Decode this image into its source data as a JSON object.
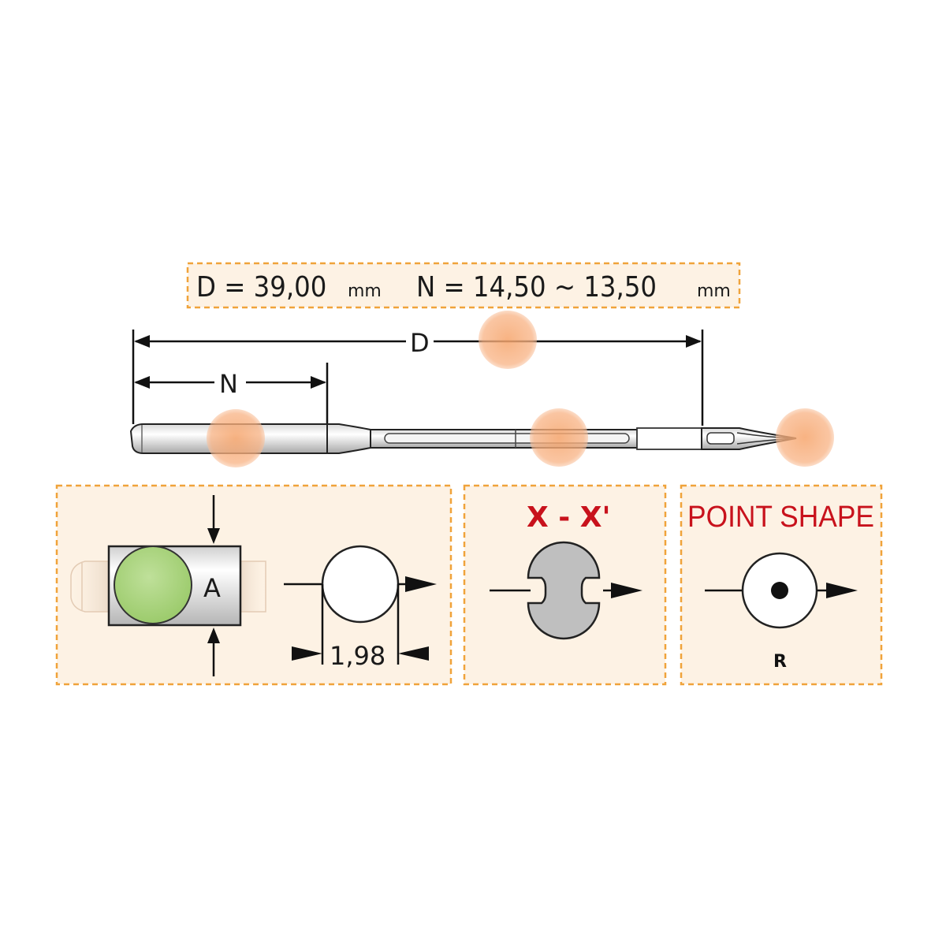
{
  "spec": {
    "d_label": "D = 39,00",
    "d_unit": "mm",
    "n_label": "N =  14,50 ~ 13,50",
    "n_unit": "mm"
  },
  "dimensions": {
    "d": "D",
    "n": "N"
  },
  "shank": {
    "label_a": "A",
    "diameter": "1,98"
  },
  "cross_section": {
    "title": "X - X'"
  },
  "point_shape": {
    "title": "POINT SHAPE",
    "code": "R"
  },
  "colors": {
    "panel_bg": "#fdf2e4",
    "panel_border": "#f0a33a",
    "accent_red": "#c8121c",
    "marker_orange": "#f7a36a",
    "shank_green": "#a9d37e"
  }
}
